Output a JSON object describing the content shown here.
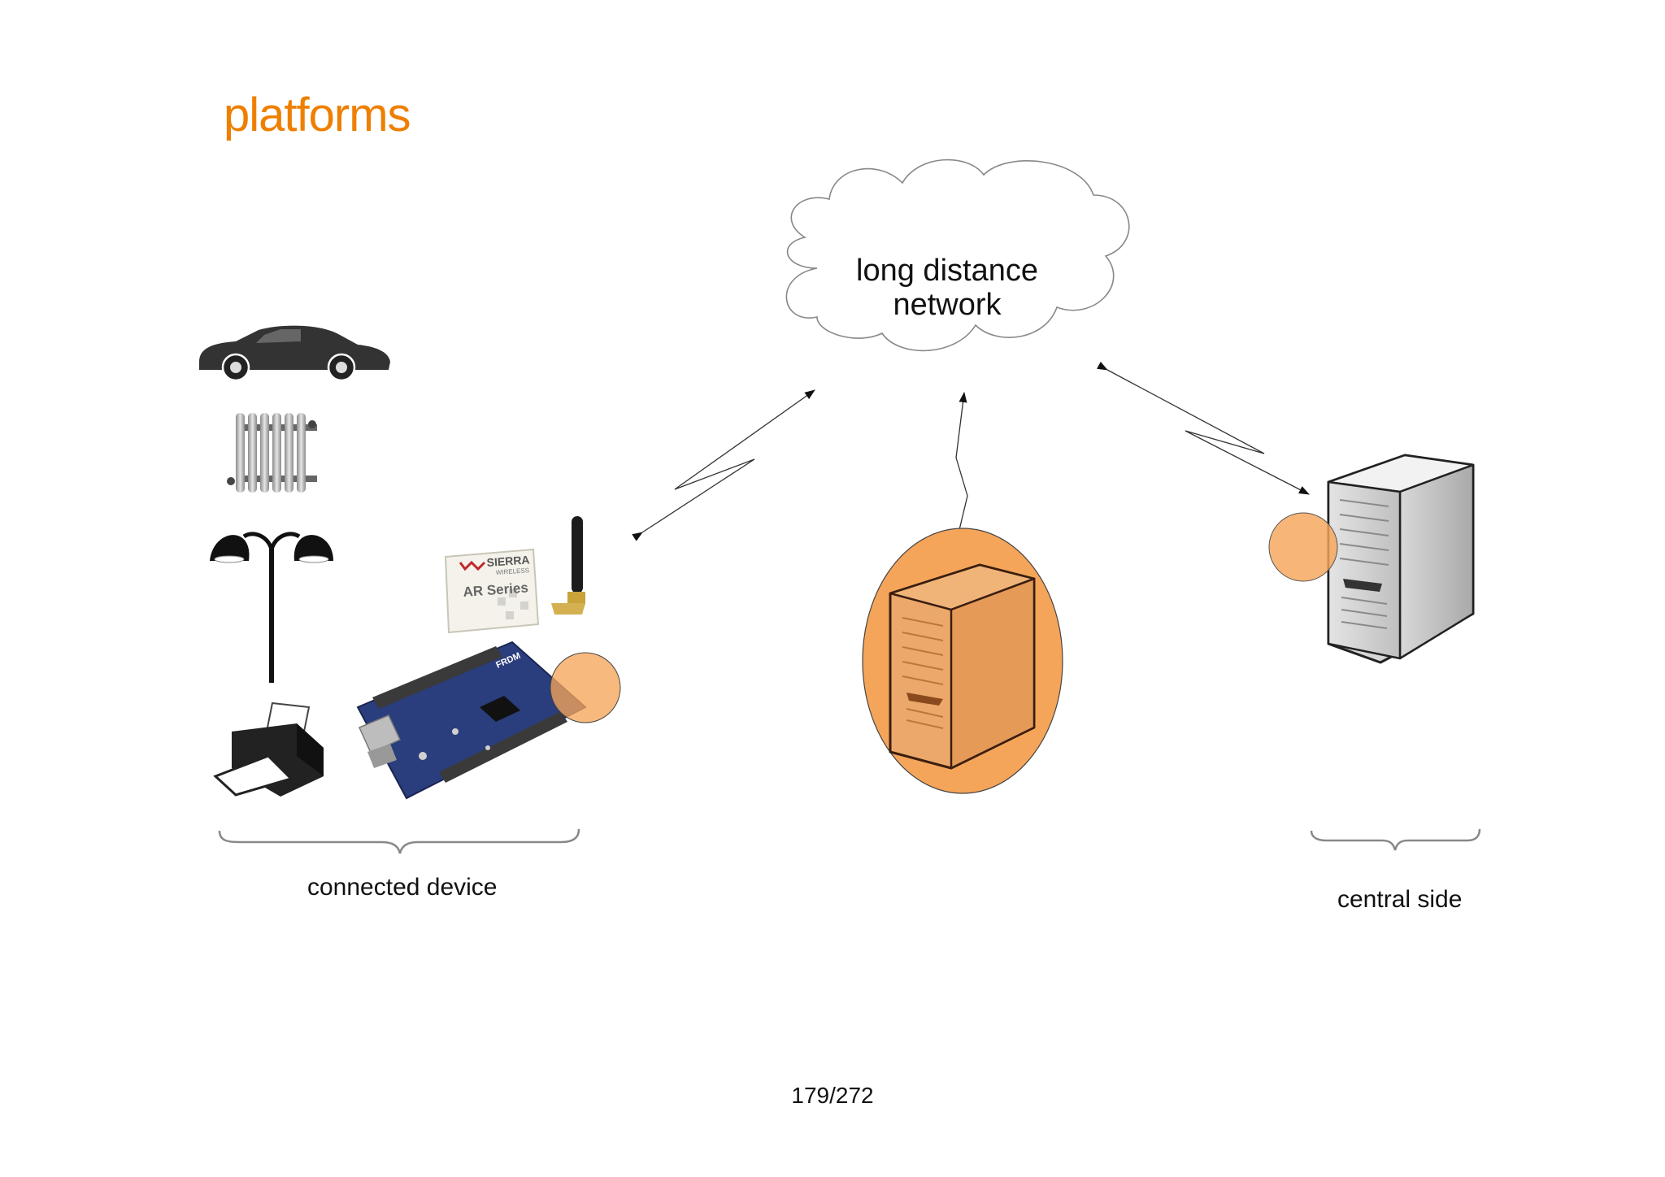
{
  "slide": {
    "title": "platforms",
    "page_number": "179/272"
  },
  "cloud": {
    "line1": "long distance",
    "line2": "network"
  },
  "board_module": {
    "brand": "SIERRA",
    "brand_sub": "WIRELESS",
    "series": "AR Series",
    "board_label": "FRDM"
  },
  "groups": {
    "connected_device": "connected device",
    "central_side": "central side"
  },
  "colors": {
    "title": "#ee7f00",
    "highlight": "#f5a55a"
  }
}
